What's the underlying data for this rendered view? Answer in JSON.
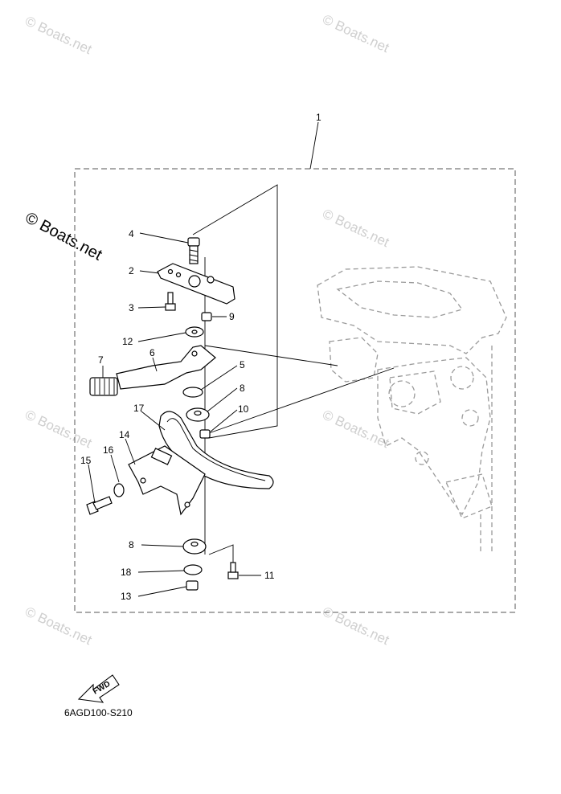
{
  "watermark": "© Boats.net",
  "diagram_code": "6AGD100-S210",
  "fwd_label": "FWD",
  "callouts": {
    "c1": "1",
    "c2": "2",
    "c3": "3",
    "c4": "4",
    "c5": "5",
    "c6": "6",
    "c7": "7",
    "c8a": "8",
    "c8b": "8",
    "c9": "9",
    "c10": "10",
    "c11": "11",
    "c12": "12",
    "c13": "13",
    "c14": "14",
    "c15": "15",
    "c16": "16",
    "c17": "17",
    "c18": "18"
  }
}
